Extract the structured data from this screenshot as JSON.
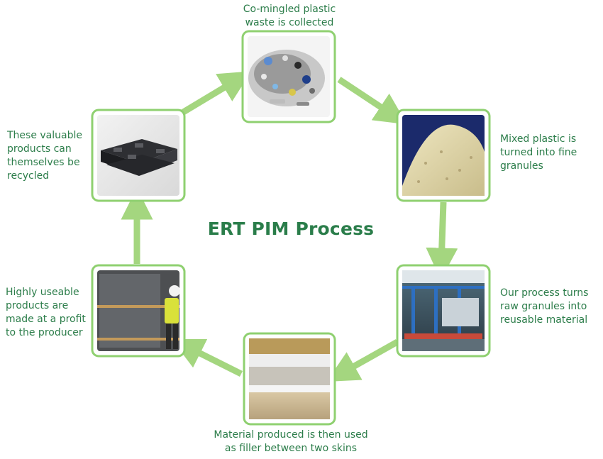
{
  "title": "ERT PIM Process",
  "steps": [
    {
      "id": "collect",
      "caption": "Co-mingled plastic\nwaste is collected",
      "image": "mixed-plastic-waste-photo"
    },
    {
      "id": "granules",
      "caption": "Mixed plastic is\nturned into fine\ngranules",
      "image": "plastic-granules-photo"
    },
    {
      "id": "process",
      "caption": "Our process turns\nraw granules into\nreusable material",
      "image": "factory-line-photo"
    },
    {
      "id": "filler",
      "caption": "Material produced is then used\nas filler between two skins",
      "image": "layered-panel-photo"
    },
    {
      "id": "products",
      "caption": "Highly useable\nproducts are\nmade at a profit\nto the producer",
      "image": "worker-with-panels-photo"
    },
    {
      "id": "recycle",
      "caption": "These valuable\nproducts can\nthemselves be\nrecycled",
      "image": "black-pallets-photo"
    }
  ],
  "colors": {
    "accent": "#2c7d4a",
    "arrow": "#9fd37b",
    "frame": "#8fd070"
  }
}
